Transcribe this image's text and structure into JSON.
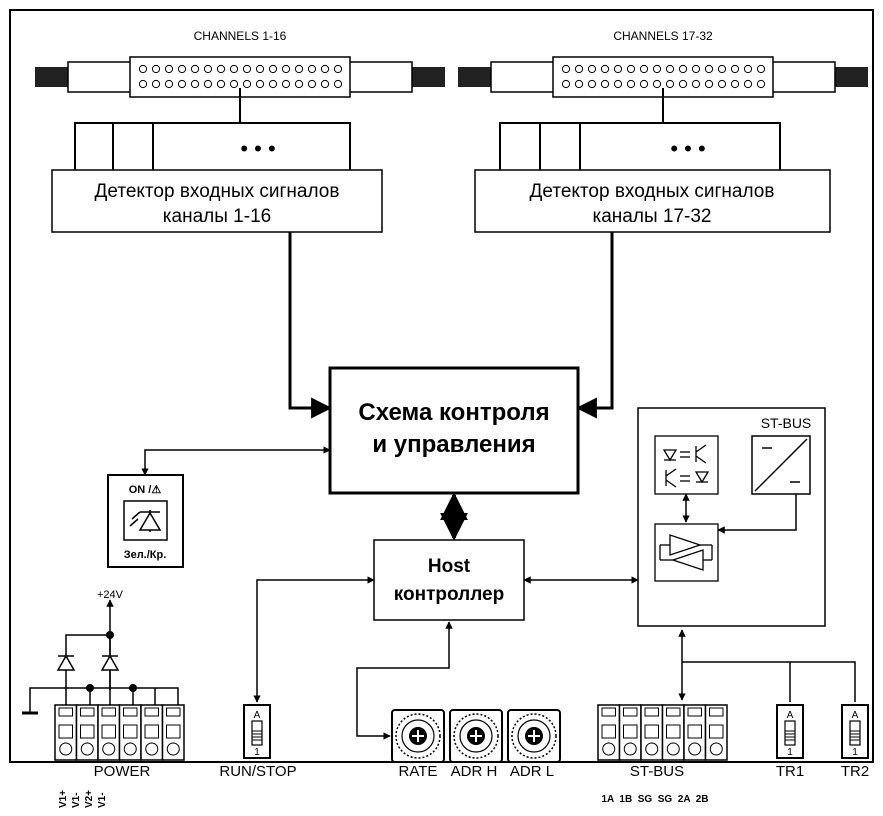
{
  "labels": {
    "channels_left": "CHANNELS 1-16",
    "channels_right": "CHANNELS 17-32",
    "detector_left_line1": "Детектор входных сигналов",
    "detector_left_line2": "каналы 1-16",
    "detector_right_line1": "Детектор входных сигналов",
    "detector_right_line2": "каналы 17-32",
    "control_line1": "Схема контроля",
    "control_line2": "и управления",
    "host_line1": "Host",
    "host_line2": "контроллер",
    "stbus_box": "ST-BUS",
    "led_top": "ON /⚠",
    "led_bottom": "Зел./Кр.",
    "v24": "+24V",
    "power": "POWER",
    "runstop": "RUN/STOP",
    "rate": "RATE",
    "adr_h": "ADR H",
    "adr_l": "ADR L",
    "stbus_terminal": "ST-BUS",
    "tr1": "TR1",
    "tr2": "TR2",
    "switch_a": "A",
    "switch_1": "1",
    "power_pins": [
      "V1+",
      "V1-",
      "V2+",
      "V1-"
    ],
    "stbus_pins": "1A  1B  SG  SG  2A  2B",
    "dots": "• • •"
  },
  "colors": {
    "frame_bg": "#ffffff",
    "line": "#000000"
  }
}
